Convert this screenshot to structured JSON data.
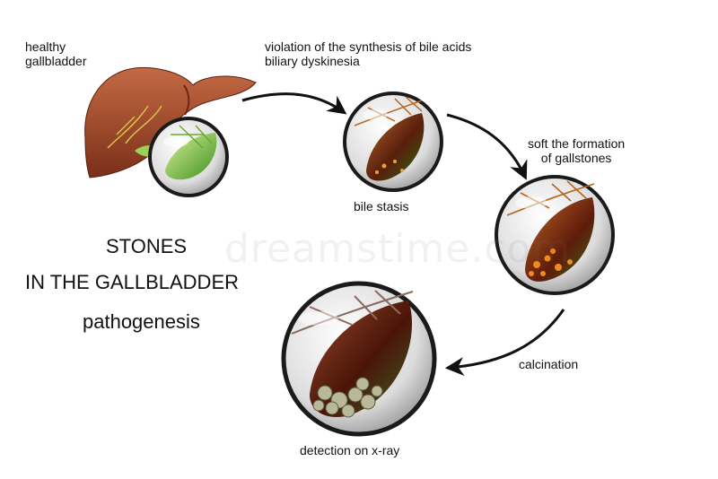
{
  "labels": {
    "healthy_line1": "healthy",
    "healthy_line2": "gallbladder",
    "violation_line1": "violation of the synthesis of bile acids",
    "violation_line2": "biliary dyskinesia",
    "bile_stasis": "bile stasis",
    "soft_line1": "soft the formation",
    "soft_line2": "of gallstones",
    "calcination": "calcination",
    "detection": "detection on x-ray"
  },
  "title": {
    "line1": "STONES",
    "line2": "IN THE GALLBLADDER",
    "line3": "pathogenesis"
  },
  "watermark": "dreamstime.com",
  "colors": {
    "liver": "#a0452a",
    "gallbladder_healthy": "#7cc23b",
    "stasis": "#8c3a12",
    "stones": "#e07a1a",
    "arrow": "#111111",
    "ring": "#1a1a1a"
  }
}
